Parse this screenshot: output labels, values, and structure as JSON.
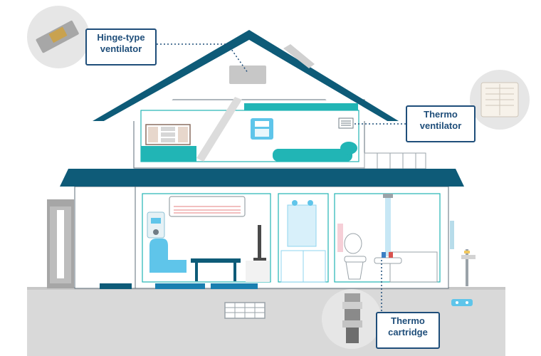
{
  "callouts": {
    "hinge_ventilator": {
      "line1": "Hinge-type",
      "line2": "ventilator"
    },
    "thermo_ventilator": {
      "line1": "Thermo",
      "line2": "ventilator"
    },
    "thermo_cartridge": {
      "line1": "Thermo",
      "line2": "cartridge"
    }
  },
  "colors": {
    "roof": "#0e5b78",
    "accent_teal": "#21b5b5",
    "callout_border": "#1f4e7a",
    "fixture_blue": "#5fc5ea",
    "ground": "#d9d9d9",
    "wall_outline": "#5d6d78"
  }
}
